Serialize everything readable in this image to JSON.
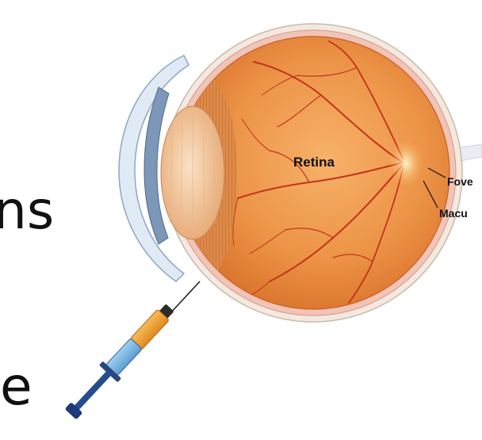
{
  "slide_text": {
    "fragment_1": "ns",
    "fragment_2": "e"
  },
  "labels": {
    "retina": "Retina",
    "fovea": "Fove",
    "macula": "Macu"
  },
  "colors": {
    "retina_orange": "#e98b3f",
    "vessel_red": "#c0321b",
    "sclera": "#f2e3d6",
    "cornea_blue": "#9bb7d6",
    "syringe_orange": "#f0a13a",
    "syringe_blue": "#8cc3e8",
    "plunger_navy": "#1f3a78"
  },
  "icons": {
    "eye": "eye-cross-section-illustration",
    "syringe": "syringe-icon"
  }
}
